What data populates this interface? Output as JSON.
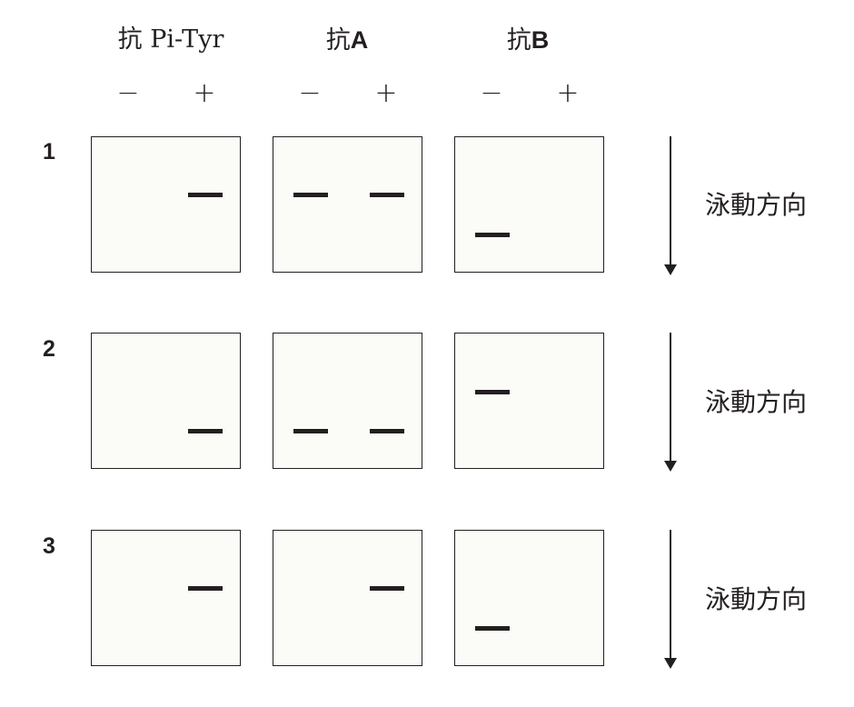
{
  "columns": [
    {
      "prefix": "抗",
      "name": "Pi-Tyr"
    },
    {
      "prefix": "抗",
      "name": "A"
    },
    {
      "prefix": "抗",
      "name": "B"
    }
  ],
  "signs": {
    "minus": "−",
    "plus": "+"
  },
  "rows": [
    "1",
    "2",
    "3"
  ],
  "direction_label": "泳動方向",
  "bands": {
    "row1": {
      "pi_tyr": [
        "+"
      ],
      "anti_a": [
        "−",
        "+"
      ],
      "anti_b": [
        "−"
      ]
    },
    "row2": {
      "pi_tyr": [
        "+"
      ],
      "anti_a": [
        "−",
        "+"
      ],
      "anti_b": [
        "−"
      ]
    },
    "row3": {
      "pi_tyr": [
        "+"
      ],
      "anti_a": [
        "+"
      ],
      "anti_b": [
        "−"
      ]
    }
  }
}
